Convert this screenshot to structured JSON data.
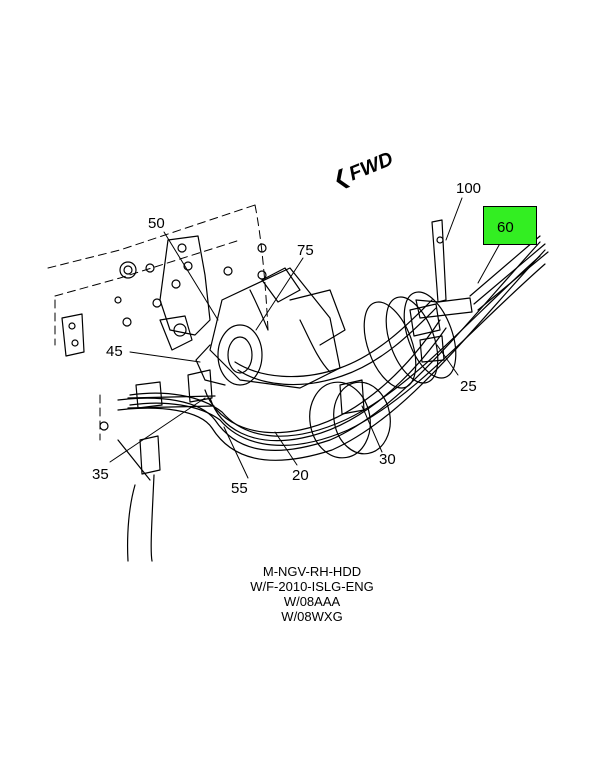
{
  "callouts": {
    "c100": "100",
    "c60": "60",
    "c50": "50",
    "c75": "75",
    "c45": "45",
    "c25": "25",
    "c35": "35",
    "c55": "55",
    "c20": "20",
    "c30": "30"
  },
  "highlight": {
    "label": "60",
    "color": "#33ee22"
  },
  "fwd_label": "FWD",
  "caption": [
    "M-NGV-RH-HDD",
    "W/F-2010-ISLG-ENG",
    "W/08AAA",
    "W/08WXG"
  ]
}
